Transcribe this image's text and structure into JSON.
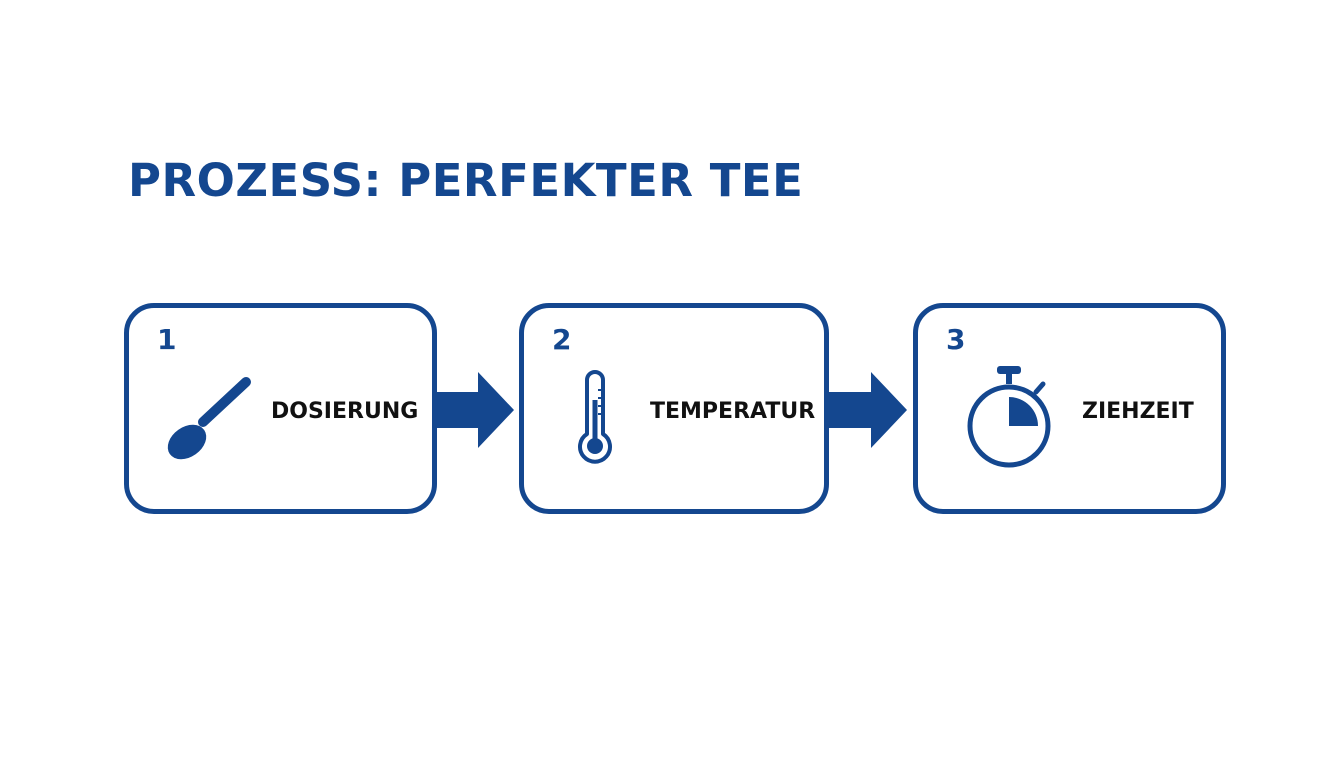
{
  "title": "PROZESS: PERFEKTER TEE",
  "colors": {
    "primary": "#14478f",
    "label": "#111111",
    "background": "#ffffff"
  },
  "steps": [
    {
      "number": "1",
      "label": "DOSIERUNG",
      "icon": "spoon-icon"
    },
    {
      "number": "2",
      "label": "TEMPERATUR",
      "icon": "thermometer-icon"
    },
    {
      "number": "3",
      "label": "ZIEHZEIT",
      "icon": "stopwatch-icon"
    }
  ],
  "connectors": [
    "arrow-right-icon",
    "arrow-right-icon"
  ]
}
